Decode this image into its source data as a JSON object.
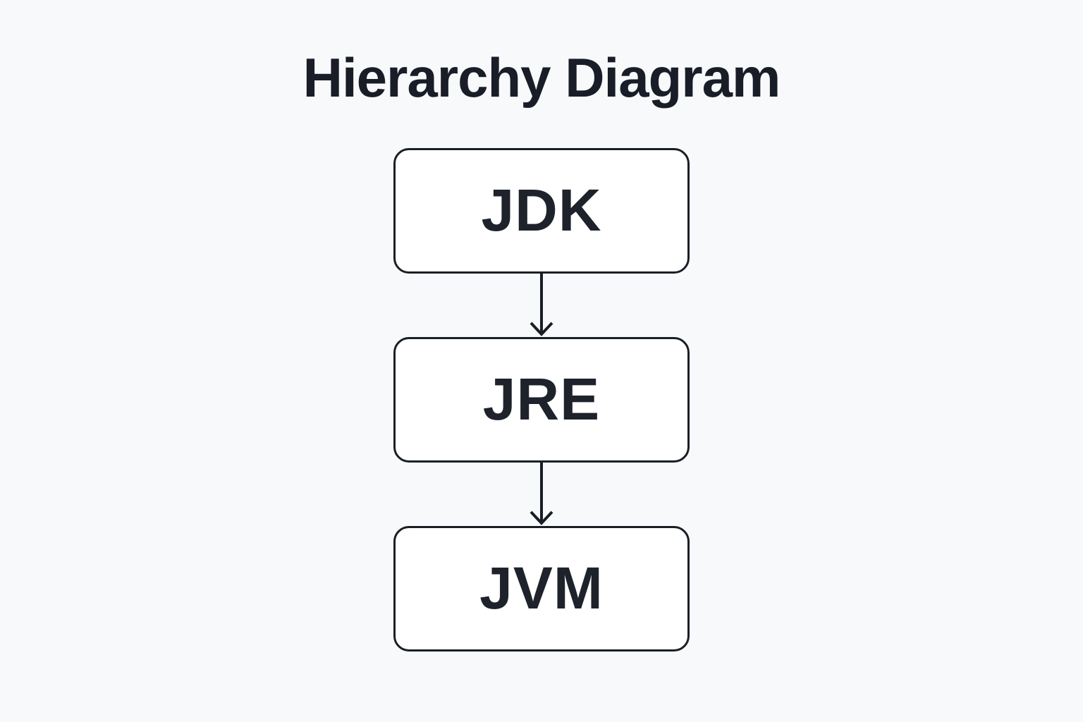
{
  "title": "Hierarchy Diagram",
  "colors": {
    "background": "#f8f9fa",
    "node_fill": "#ffffff",
    "node_border": "#1a1f26",
    "text": "#1d222b"
  },
  "diagram": {
    "type": "flowchart",
    "direction": "top-down",
    "nodes": [
      {
        "id": "jdk",
        "label": "JDK"
      },
      {
        "id": "jre",
        "label": "JRE"
      },
      {
        "id": "jvm",
        "label": "JVM"
      }
    ],
    "edges": [
      {
        "from": "jdk",
        "to": "jre"
      },
      {
        "from": "jre",
        "to": "jvm"
      }
    ]
  }
}
